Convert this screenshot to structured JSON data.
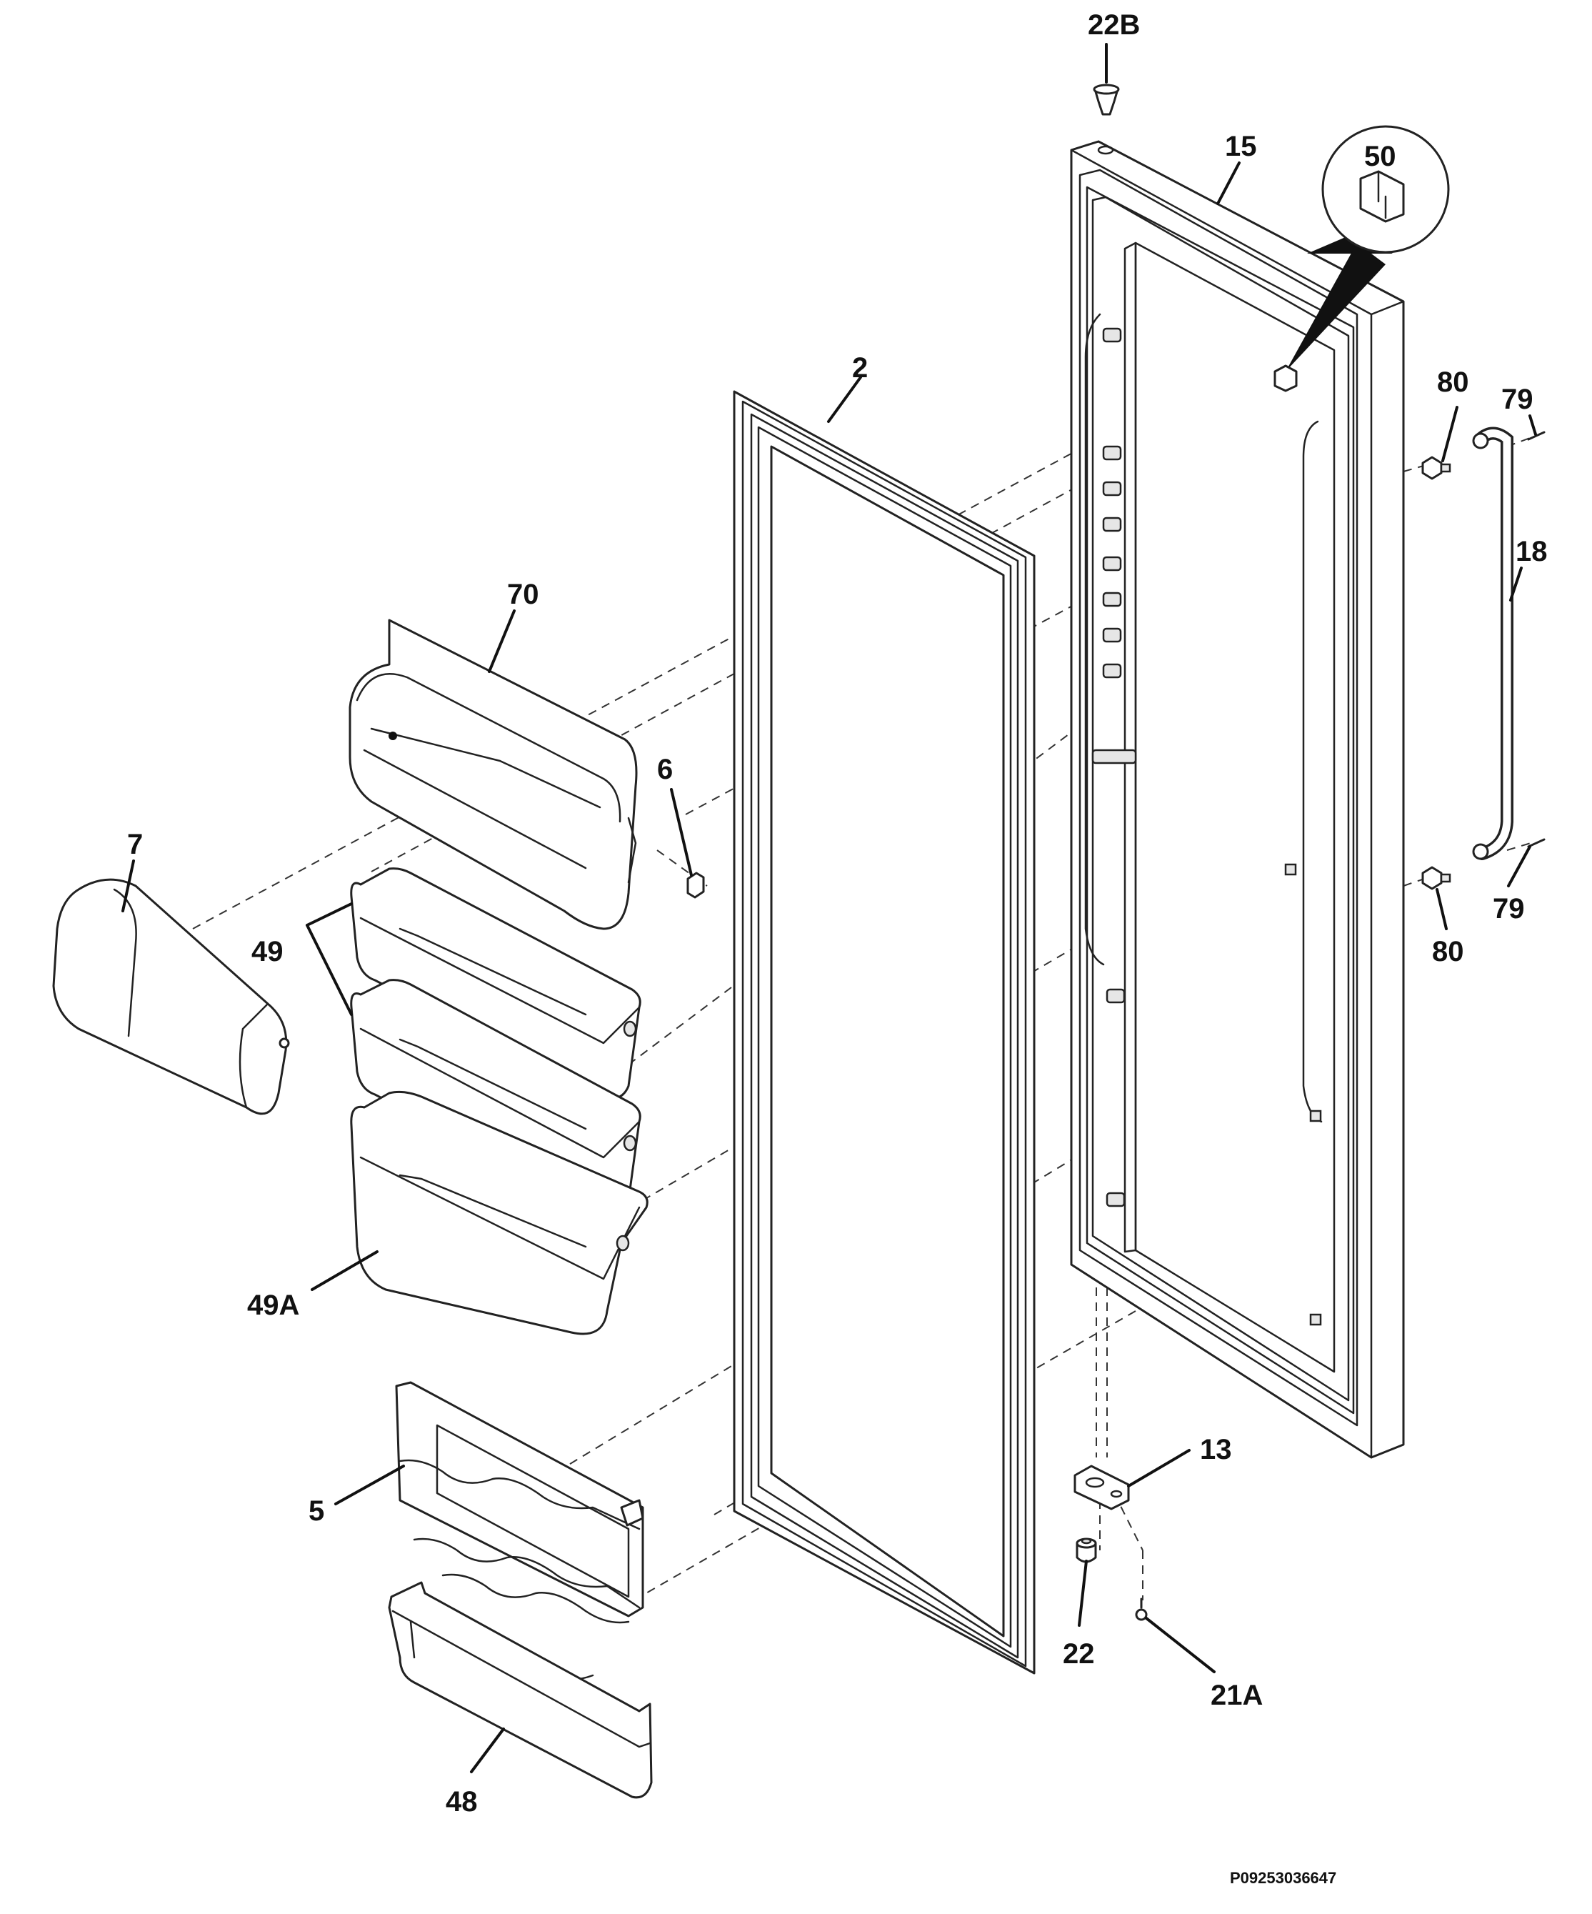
{
  "callouts": {
    "c22B": "22B",
    "c15": "15",
    "c50": "50",
    "c2": "2",
    "c80a": "80",
    "c79a": "79",
    "c18": "18",
    "c70": "70",
    "c6": "6",
    "c7": "7",
    "c49": "49",
    "c79b": "79",
    "c80b": "80",
    "c49A": "49A",
    "c13": "13",
    "c5": "5",
    "c22": "22",
    "c21A": "21A",
    "c48": "48"
  },
  "reference_code": "P09253036647",
  "colors": {
    "line": "#222222",
    "background": "#ffffff"
  }
}
